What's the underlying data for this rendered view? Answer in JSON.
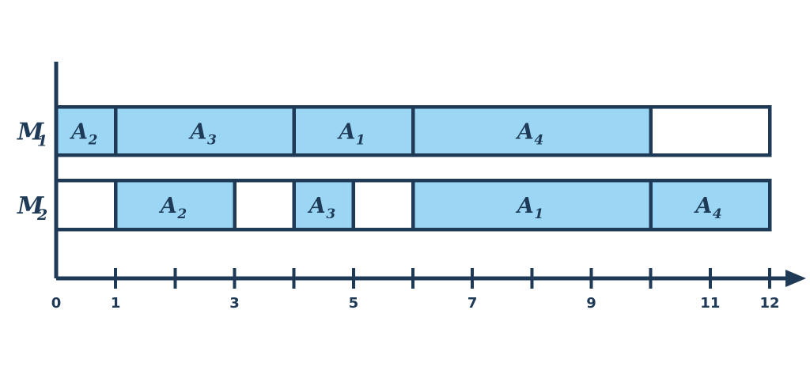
{
  "figure": {
    "kind": "gantt-schedule-diagram",
    "colors": {
      "task_fill": "#9bd6f5",
      "stroke": "#1e3a56",
      "idle_fill": "#ffffff",
      "background": "#ffffff"
    }
  },
  "chart_data": {
    "type": "bar",
    "title": "",
    "xlabel": "",
    "ylabel": "",
    "orientation": "horizontal",
    "grid": false,
    "legend": "none",
    "xlim": [
      0,
      12
    ],
    "x_ticks": [
      0,
      1,
      2,
      3,
      4,
      5,
      6,
      7,
      8,
      9,
      10,
      11,
      12
    ],
    "x_tick_labels": [
      "0",
      "1",
      "",
      "3",
      "",
      "5",
      "",
      "7",
      "",
      "9",
      "",
      "11",
      "12"
    ],
    "categories": [
      "M_1",
      "M_2"
    ],
    "series": [
      {
        "name": "M_1",
        "row_label": "M",
        "row_sub": "1",
        "intervals": [
          {
            "label": "A",
            "sub": "2",
            "start": 0,
            "end": 1,
            "idle": false
          },
          {
            "label": "A",
            "sub": "3",
            "start": 1,
            "end": 4,
            "idle": false
          },
          {
            "label": "A",
            "sub": "1",
            "start": 4,
            "end": 6,
            "idle": false
          },
          {
            "label": "A",
            "sub": "4",
            "start": 6,
            "end": 10,
            "idle": false
          },
          {
            "label": "",
            "sub": "",
            "start": 10,
            "end": 12,
            "idle": true
          }
        ]
      },
      {
        "name": "M_2",
        "row_label": "M",
        "row_sub": "2",
        "intervals": [
          {
            "label": "",
            "sub": "",
            "start": 0,
            "end": 1,
            "idle": true
          },
          {
            "label": "A",
            "sub": "2",
            "start": 1,
            "end": 3,
            "idle": false
          },
          {
            "label": "",
            "sub": "",
            "start": 3,
            "end": 4,
            "idle": true
          },
          {
            "label": "A",
            "sub": "3",
            "start": 4,
            "end": 5,
            "idle": false
          },
          {
            "label": "",
            "sub": "",
            "start": 5,
            "end": 6,
            "idle": true
          },
          {
            "label": "A",
            "sub": "1",
            "start": 6,
            "end": 10,
            "idle": false
          },
          {
            "label": "A",
            "sub": "4",
            "start": 10,
            "end": 12,
            "idle": false
          }
        ]
      }
    ]
  }
}
